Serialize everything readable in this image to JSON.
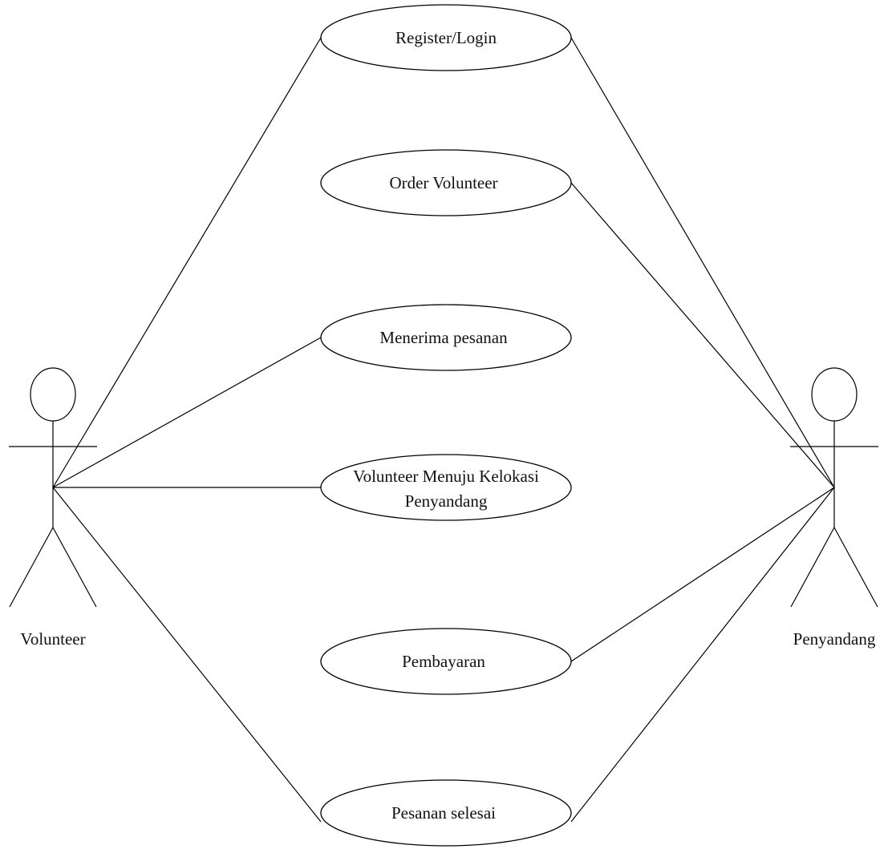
{
  "actors": {
    "volunteer": {
      "label": "Volunteer"
    },
    "penyandang": {
      "label": "Penyandang"
    }
  },
  "use_cases": {
    "register_login": {
      "label": "Register/Login"
    },
    "order_volunteer": {
      "label": "Order Volunteer"
    },
    "menerima_pesanan": {
      "label": "Menerima pesanan"
    },
    "volunteer_menuju": {
      "line1": "Volunteer Menuju Kelokasi",
      "line2": "Penyandang"
    },
    "pembayaran": {
      "label": "Pembayaran"
    },
    "pesanan_selesai": {
      "label": "Pesanan selesai"
    }
  },
  "associations": [
    {
      "actor": "Volunteer",
      "use_case": "Register/Login"
    },
    {
      "actor": "Volunteer",
      "use_case": "Menerima pesanan"
    },
    {
      "actor": "Volunteer",
      "use_case": "Volunteer Menuju Kelokasi Penyandang"
    },
    {
      "actor": "Volunteer",
      "use_case": "Pesanan selesai"
    },
    {
      "actor": "Penyandang",
      "use_case": "Register/Login"
    },
    {
      "actor": "Penyandang",
      "use_case": "Order Volunteer"
    },
    {
      "actor": "Penyandang",
      "use_case": "Pembayaran"
    },
    {
      "actor": "Penyandang",
      "use_case": "Pesanan selesai"
    }
  ],
  "colors": {
    "line": "#000000",
    "background": "#ffffff",
    "text": "#111111"
  }
}
